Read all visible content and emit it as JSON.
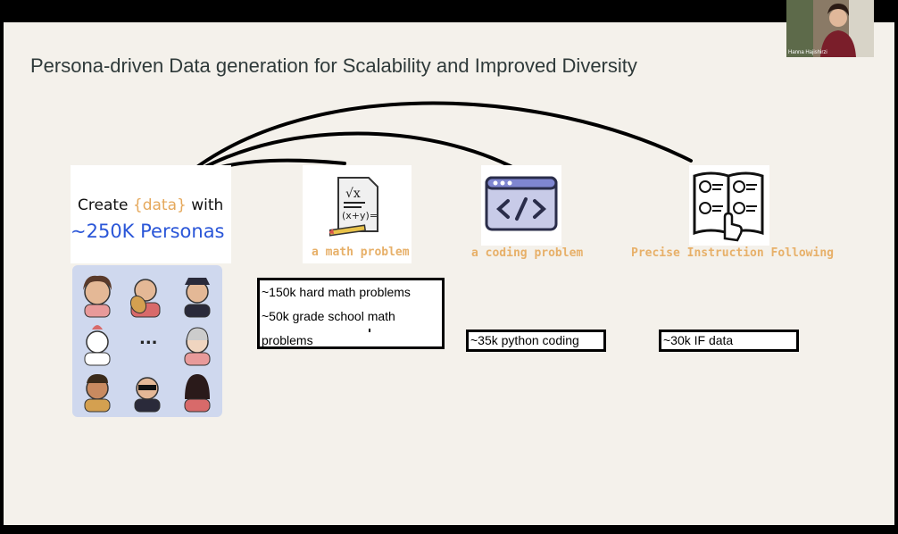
{
  "slide": {
    "title": "Persona-driven Data generation for Scalability and Improved Diversity",
    "create": {
      "prefix": "Create ",
      "highlight": "{data}",
      "suffix": " with",
      "personas": "~250K Personas"
    },
    "tasks": [
      {
        "label": "a math problem",
        "icon": "math-worksheet-icon",
        "details": [
          "~150k hard math problems",
          "~50k grade school math",
          "problems"
        ]
      },
      {
        "label": "a coding problem",
        "icon": "code-window-icon",
        "details": [
          "~35k python coding"
        ]
      },
      {
        "label": "Precise Instruction Following",
        "icon": "numbered-book-icon",
        "details": [
          "~30k IF data"
        ]
      }
    ],
    "ellipsis": "...",
    "colors": {
      "background": "#f4f1eb",
      "accent_orange": "#e7b069",
      "accent_blue": "#2a56d8",
      "title": "#2f3a3a"
    }
  },
  "webcam": {
    "name": "Hanna Hajishirzi"
  }
}
